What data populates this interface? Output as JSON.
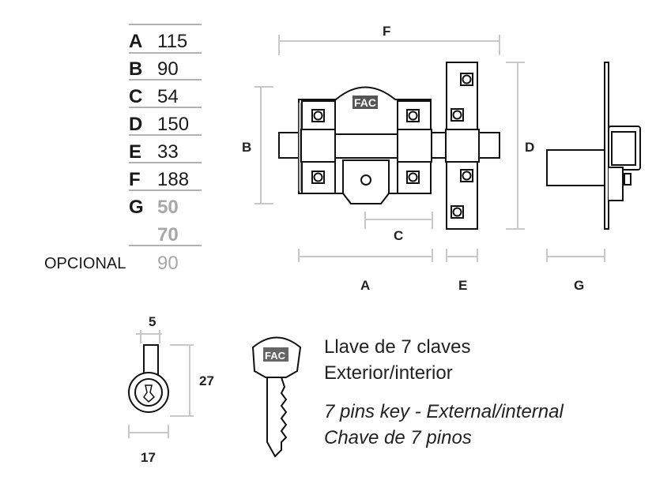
{
  "dimensions_table": {
    "rows": [
      {
        "letter": "A",
        "value": "115"
      },
      {
        "letter": "B",
        "value": "90"
      },
      {
        "letter": "C",
        "value": "54"
      },
      {
        "letter": "D",
        "value": "150"
      },
      {
        "letter": "E",
        "value": "33"
      },
      {
        "letter": "F",
        "value": "188"
      },
      {
        "letter": "G",
        "value": "50"
      }
    ],
    "g_extra_values": [
      "70"
    ],
    "optional_label": "OPCIONAL",
    "optional_value": "90",
    "optional_color": "#a8a8a8"
  },
  "drawing": {
    "brand": "FAC",
    "labels": {
      "A": "A",
      "B": "B",
      "C": "C",
      "D": "D",
      "E": "E",
      "F": "F",
      "G": "G"
    },
    "cylinder_labels": {
      "width": "5",
      "height": "27",
      "base": "17"
    }
  },
  "key_description": {
    "line1": "Llave de 7 claves",
    "line2": "Exterior/interior",
    "line3": "7 pins key - External/internal",
    "line4": "Chave de 7 pinos"
  }
}
